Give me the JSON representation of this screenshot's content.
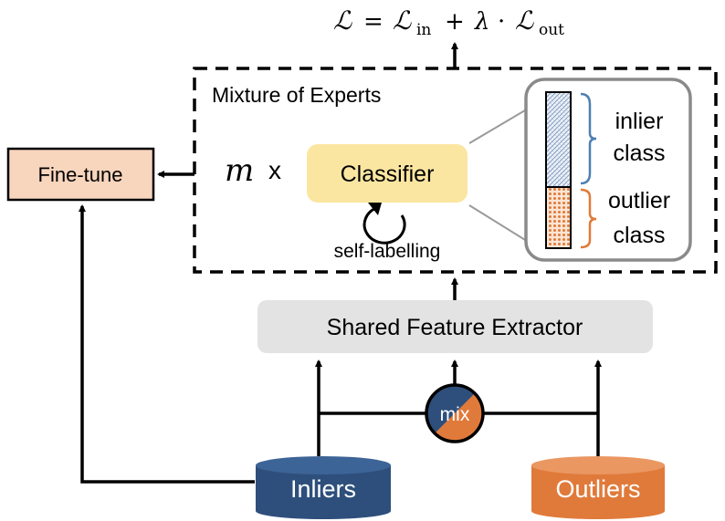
{
  "loss": {
    "lhs": "ℒ",
    "eq": "=",
    "in_sym": "ℒ",
    "in_sub": "in",
    "plus": "+",
    "lambda": "λ",
    "dot": "·",
    "out_sym": "ℒ",
    "out_sub": "out"
  },
  "moe": {
    "title": "Mixture of Experts",
    "m": "m",
    "times": "x",
    "classifier": "Classifier",
    "self_label": "self-labelling"
  },
  "classes": {
    "inlier_line1": "inlier",
    "inlier_line2": "class",
    "outlier_line1": "outlier",
    "outlier_line2": "class"
  },
  "finetune": "Fine-tune",
  "extractor": "Shared Feature Extractor",
  "mix": "mix",
  "inliers": "Inliers",
  "outliers": "Outliers",
  "colors": {
    "finetune_fill": "#f8d5bd",
    "classifier_fill": "#fbe6a1",
    "extractor_fill": "#e3e3e3",
    "inlier_blue": "#2e4f7c",
    "outlier_orange": "#e07a3a",
    "bracket_blue": "#4e7fb3",
    "bracket_orange": "#e07a3a"
  }
}
